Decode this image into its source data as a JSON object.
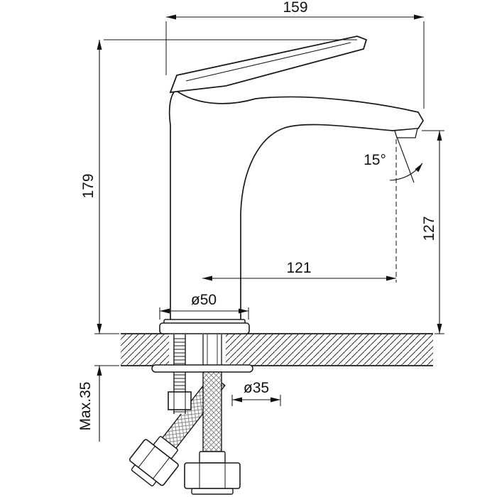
{
  "meta": {
    "background_color": "#ffffff",
    "line_color": "#1a1a1a",
    "description": "Technical dimension drawing of a single-handle basin faucet, side elevation with countertop section and supply hoses"
  },
  "dimensions": {
    "overall_length": "159",
    "overall_height": "179",
    "outlet_height": "127",
    "spout_reach": "121",
    "base_diameter": "ø50",
    "hole_diameter": "ø35",
    "spout_angle": "15°",
    "max_deck_thickness": "Max.35"
  }
}
